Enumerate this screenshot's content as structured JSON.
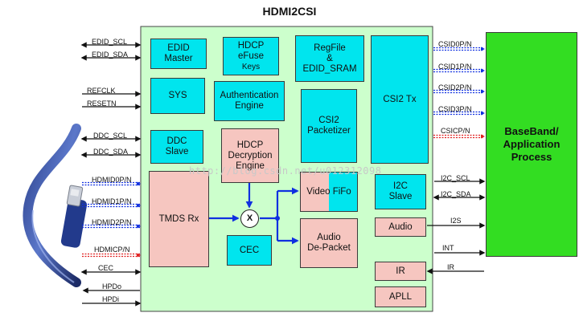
{
  "title": "HDMI2CSI",
  "blocks": {
    "edid_master": "EDID\nMaster",
    "hdcp_efuse": "HDCP\neFuse",
    "hdcp_efuse_keys": "Keys",
    "regfile": "RegFile\n&\nEDID_SRAM",
    "sys": "SYS",
    "auth_engine": "Authentication\nEngine",
    "csi2_packetizer": "CSI2\nPacketizer",
    "csi2_tx": "CSI2 Tx",
    "ddc_slave": "DDC\nSlave",
    "hdcp_decrypt": "HDCP\nDecryption\nEngine",
    "tmds_rx": "TMDS Rx",
    "mux": "X",
    "video_fifo": "Video FiFo",
    "i2c_slave": "I2C\nSlave",
    "audio": "Audio",
    "cec": "CEC",
    "audio_depacket": "Audio\nDe-Packet",
    "ir": "IR",
    "apll": "APLL",
    "baseband": "BaseBand/\nApplication\nProcess"
  },
  "left_signals": [
    "EDID_SCL",
    "EDID_SDA",
    "REFCLK",
    "RESETN",
    "DDC_SCL",
    "DDC_SDA",
    "HDMID0P/N",
    "HDMID1P/N",
    "HDMID2P/N",
    "HDMICP/N",
    "CEC",
    "HPDo",
    "HPDi"
  ],
  "right_signals": [
    "CSID0P/N",
    "CSID1P/N",
    "CSID2P/N",
    "CSID3P/N",
    "CSICP/N",
    "I2C_SCL",
    "I2C_SDA",
    "I2S",
    "INT",
    "IR"
  ],
  "watermark": "http://blog.csdn.net/u012312098",
  "colors": {
    "chip": "#ccffcc",
    "cyan": "#00e5ee",
    "pink": "#f6c6c0",
    "baseband": "#33dd22",
    "data_blue": "#1030e0",
    "clock_red": "#e02020"
  }
}
